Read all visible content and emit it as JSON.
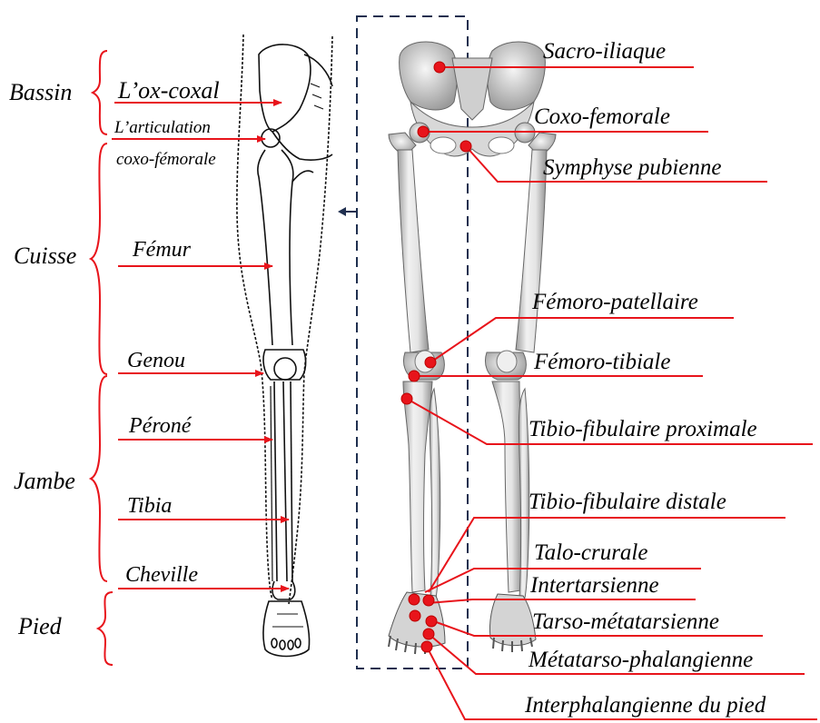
{
  "colors": {
    "accent": "#e8141b",
    "ink": "#000000",
    "frame": "#1f2f4f",
    "bone": "#d9d9d9"
  },
  "regions": {
    "bassin": "Bassin",
    "cuisse": "Cuisse",
    "jambe": "Jambe",
    "pied": "Pied"
  },
  "left_labels": {
    "ox_coxal": "L’ox-coxal",
    "articulation_line1": "L’articulation",
    "articulation_line2": "coxo-fémorale",
    "femur": "Fémur",
    "genou": "Genou",
    "perone": "Péroné",
    "tibia": "Tibia",
    "cheville": "Cheville"
  },
  "joints": {
    "sacro_iliaque": "Sacro-iliaque",
    "coxo_femorale": "Coxo-femorale",
    "symphyse_pubienne": "Symphyse pubienne",
    "femoro_patellaire": "Fémoro-patellaire",
    "femoro_tibiale": "Fémoro-tibiale",
    "tibio_fibulaire_proximale": "Tibio-fibulaire proximale",
    "tibio_fibulaire_distale": "Tibio-fibulaire distale",
    "talo_crurale": "Talo-crurale",
    "intertarsienne": "Intertarsienne",
    "tarso_metatarsienne": "Tarso-métatarsienne",
    "metatarso_phalangienne": "Métatarso-phalangienne",
    "interphalangienne": "Interphalangienne du pied"
  }
}
